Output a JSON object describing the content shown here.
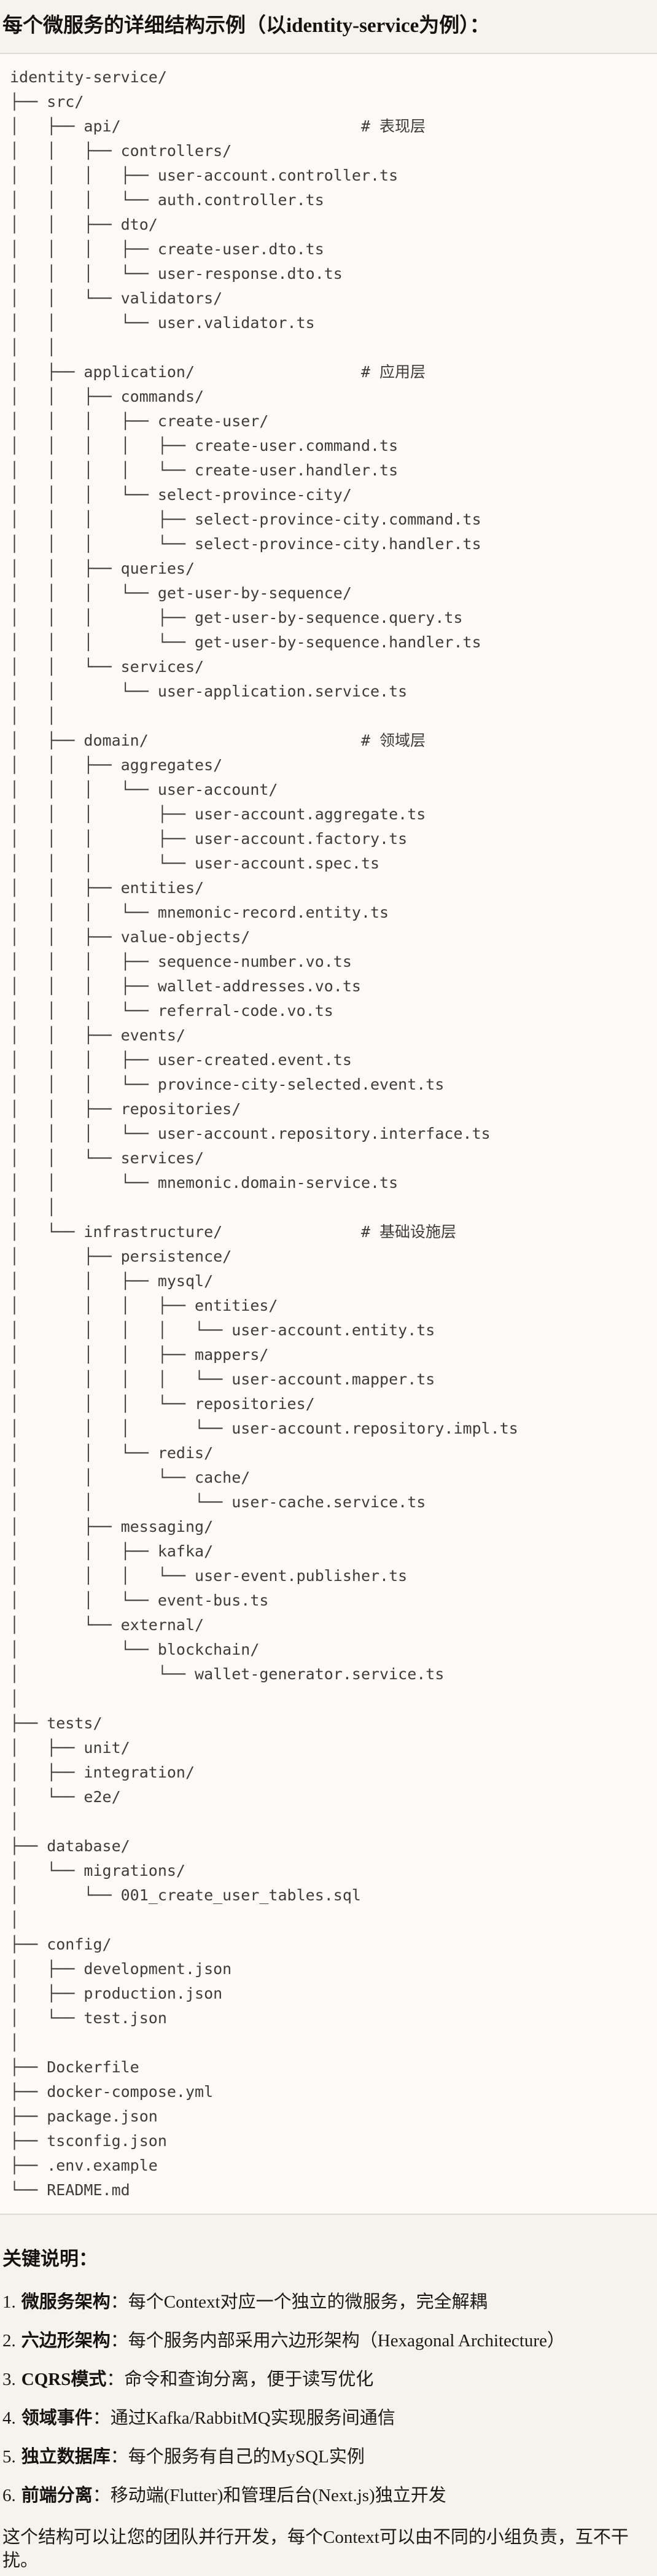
{
  "title": "每个微服务的详细结构示例（以identity-service为例）：",
  "colors": {
    "page_bg": "#F5F3ED",
    "code_bg": "#FCFBF8",
    "code_border": "#DDDBD3",
    "tree_text": "#3D3C38",
    "body_text": "#1B1A17"
  },
  "tree": {
    "lines": [
      "identity-service/",
      "├── src/",
      "│   ├── api/                          # 表现层",
      "│   │   ├── controllers/",
      "│   │   │   ├── user-account.controller.ts",
      "│   │   │   └── auth.controller.ts",
      "│   │   ├── dto/",
      "│   │   │   ├── create-user.dto.ts",
      "│   │   │   └── user-response.dto.ts",
      "│   │   └── validators/",
      "│   │       └── user.validator.ts",
      "│   │",
      "│   ├── application/                  # 应用层",
      "│   │   ├── commands/",
      "│   │   │   ├── create-user/",
      "│   │   │   │   ├── create-user.command.ts",
      "│   │   │   │   └── create-user.handler.ts",
      "│   │   │   └── select-province-city/",
      "│   │   │       ├── select-province-city.command.ts",
      "│   │   │       └── select-province-city.handler.ts",
      "│   │   ├── queries/",
      "│   │   │   └── get-user-by-sequence/",
      "│   │   │       ├── get-user-by-sequence.query.ts",
      "│   │   │       └── get-user-by-sequence.handler.ts",
      "│   │   └── services/",
      "│   │       └── user-application.service.ts",
      "│   │",
      "│   ├── domain/                       # 领域层",
      "│   │   ├── aggregates/",
      "│   │   │   └── user-account/",
      "│   │   │       ├── user-account.aggregate.ts",
      "│   │   │       ├── user-account.factory.ts",
      "│   │   │       └── user-account.spec.ts",
      "│   │   ├── entities/",
      "│   │   │   └── mnemonic-record.entity.ts",
      "│   │   ├── value-objects/",
      "│   │   │   ├── sequence-number.vo.ts",
      "│   │   │   ├── wallet-addresses.vo.ts",
      "│   │   │   └── referral-code.vo.ts",
      "│   │   ├── events/",
      "│   │   │   ├── user-created.event.ts",
      "│   │   │   └── province-city-selected.event.ts",
      "│   │   ├── repositories/",
      "│   │   │   └── user-account.repository.interface.ts",
      "│   │   └── services/",
      "│   │       └── mnemonic.domain-service.ts",
      "│   │",
      "│   └── infrastructure/               # 基础设施层",
      "│       ├── persistence/",
      "│       │   ├── mysql/",
      "│       │   │   ├── entities/",
      "│       │   │   │   └── user-account.entity.ts",
      "│       │   │   ├── mappers/",
      "│       │   │   │   └── user-account.mapper.ts",
      "│       │   │   └── repositories/",
      "│       │   │       └── user-account.repository.impl.ts",
      "│       │   └── redis/",
      "│       │       └── cache/",
      "│       │           └── user-cache.service.ts",
      "│       ├── messaging/",
      "│       │   ├── kafka/",
      "│       │   │   └── user-event.publisher.ts",
      "│       │   └── event-bus.ts",
      "│       └── external/",
      "│           └── blockchain/",
      "│               └── wallet-generator.service.ts",
      "│",
      "├── tests/",
      "│   ├── unit/",
      "│   ├── integration/",
      "│   └── e2e/",
      "│",
      "├── database/",
      "│   └── migrations/",
      "│       └── 001_create_user_tables.sql",
      "│",
      "├── config/",
      "│   ├── development.json",
      "│   ├── production.json",
      "│   └── test.json",
      "│",
      "├── Dockerfile",
      "├── docker-compose.yml",
      "├── package.json",
      "├── tsconfig.json",
      "├── .env.example",
      "└── README.md"
    ]
  },
  "notes": {
    "heading": "关键说明：",
    "items": [
      {
        "num": "1.",
        "label": "微服务架构",
        "text": "：每个Context对应一个独立的微服务，完全解耦"
      },
      {
        "num": "2.",
        "label": "六边形架构",
        "text": "：每个服务内部采用六边形架构（Hexagonal Architecture）"
      },
      {
        "num": "3.",
        "label": "CQRS模式",
        "text": "：命令和查询分离，便于读写优化"
      },
      {
        "num": "4.",
        "label": "领域事件",
        "text": "：通过Kafka/RabbitMQ实现服务间通信"
      },
      {
        "num": "5.",
        "label": "独立数据库",
        "text": "：每个服务有自己的MySQL实例"
      },
      {
        "num": "6.",
        "label": "前端分离",
        "text": "：移动端(Flutter)和管理后台(Next.js)独立开发"
      }
    ],
    "closing": "这个结构可以让您的团队并行开发，每个Context可以由不同的小组负责，互不干扰。"
  }
}
